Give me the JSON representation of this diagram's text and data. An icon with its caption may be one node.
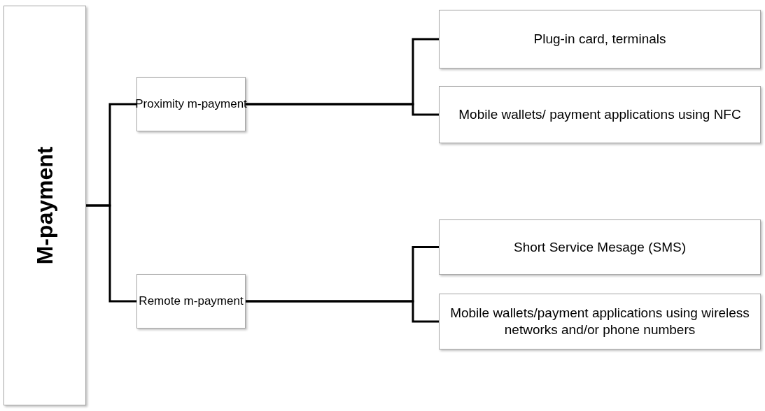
{
  "diagram": {
    "nodes": [
      {
        "text": [
          "M-payment"
        ]
      },
      {
        "text": [
          "Proximity m-payment"
        ]
      },
      {
        "text": [
          "Plug-in card, terminals"
        ]
      },
      {
        "text": [
          "Mobile wallets/ payment applications using NFC"
        ]
      },
      {
        "text": [
          "Remote m-payment"
        ]
      },
      {
        "text": [
          "Short Service Mesage (SMS)"
        ]
      },
      {
        "text": [
          "Mobile wallets/payment applications using wireless networks and/or phone numbers"
        ]
      }
    ],
    "edges": [
      {
        "from": 0,
        "to": 1,
        "arrow": "none"
      },
      {
        "from": 0,
        "to": 4,
        "arrow": "none"
      },
      {
        "from": 1,
        "to": 2,
        "arrow": "none"
      },
      {
        "from": 1,
        "to": 3,
        "arrow": "none"
      },
      {
        "from": 4,
        "to": 5,
        "arrow": "none"
      },
      {
        "from": 4,
        "to": 6,
        "arrow": "none"
      }
    ]
  }
}
